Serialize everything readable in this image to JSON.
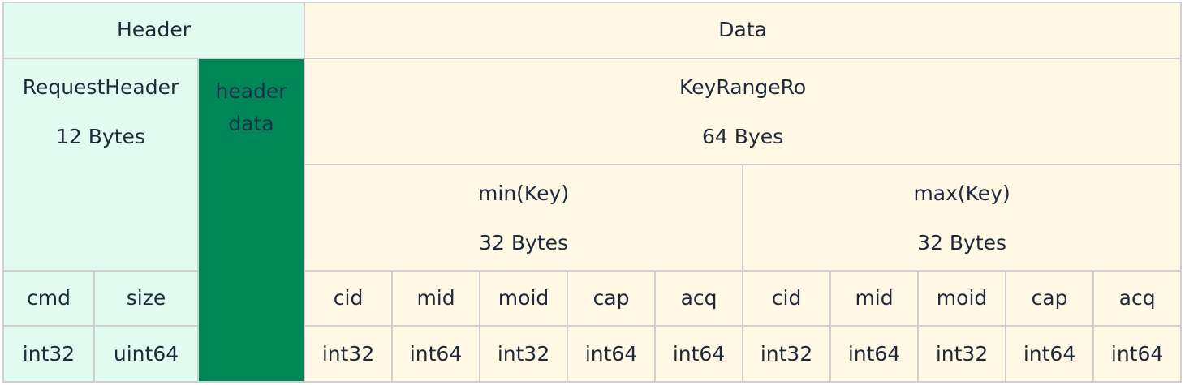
{
  "header_section": {
    "title": "Header",
    "request_header": {
      "name": "RequestHeader",
      "size": "12 Bytes"
    },
    "header_data_label": "header data",
    "fields": [
      {
        "name": "cmd",
        "type": "int32"
      },
      {
        "name": "size",
        "type": "uint64"
      }
    ]
  },
  "data_section": {
    "title": "Data",
    "key_range": {
      "name": "KeyRangeRo",
      "size": "64 Byes"
    },
    "min_key": {
      "name": "min(Key)",
      "size": "32 Bytes"
    },
    "max_key": {
      "name": "max(Key)",
      "size": "32 Bytes"
    },
    "min_fields": [
      {
        "name": "cid",
        "type": "int32"
      },
      {
        "name": "mid",
        "type": "int64"
      },
      {
        "name": "moid",
        "type": "int32"
      },
      {
        "name": "cap",
        "type": "int64"
      },
      {
        "name": "acq",
        "type": "int64"
      }
    ],
    "max_fields": [
      {
        "name": "cid",
        "type": "int32"
      },
      {
        "name": "mid",
        "type": "int64"
      },
      {
        "name": "moid",
        "type": "int32"
      },
      {
        "name": "cap",
        "type": "int64"
      },
      {
        "name": "acq",
        "type": "int64"
      }
    ]
  },
  "colors": {
    "header_bg": "#e2fbf0",
    "data_bg": "#fff8e4",
    "header_data_bg": "#008758",
    "border": "#d0d0d0",
    "text": "#1e2a3a"
  }
}
